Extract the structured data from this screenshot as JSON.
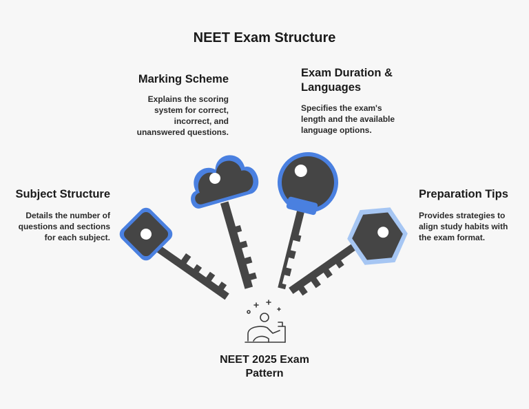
{
  "title": "NEET Exam Structure",
  "center": {
    "line1": "NEET 2025 Exam",
    "line2": "Pattern"
  },
  "sections": {
    "subject": {
      "heading": "Subject Structure",
      "desc": [
        "Details the number of",
        "questions and sections",
        "for each subject."
      ]
    },
    "marking": {
      "heading": "Marking Scheme",
      "desc": [
        "Explains the scoring",
        "system for correct,",
        "incorrect, and",
        "unanswered questions."
      ]
    },
    "duration": {
      "heading": [
        "Exam Duration &",
        "Languages"
      ],
      "desc": [
        "Specifies the exam's",
        "length and the available",
        "language options."
      ]
    },
    "preparation": {
      "heading": "Preparation Tips",
      "desc": [
        "Provides strategies to",
        "align study habits with",
        "the exam format."
      ]
    }
  },
  "colors": {
    "key_body": "#454545",
    "key_border_blue": "#4a80e0",
    "key_border_light": "#a6c6f3",
    "background": "#f7f7f7"
  },
  "icons": [
    "person-at-desk-icon"
  ]
}
